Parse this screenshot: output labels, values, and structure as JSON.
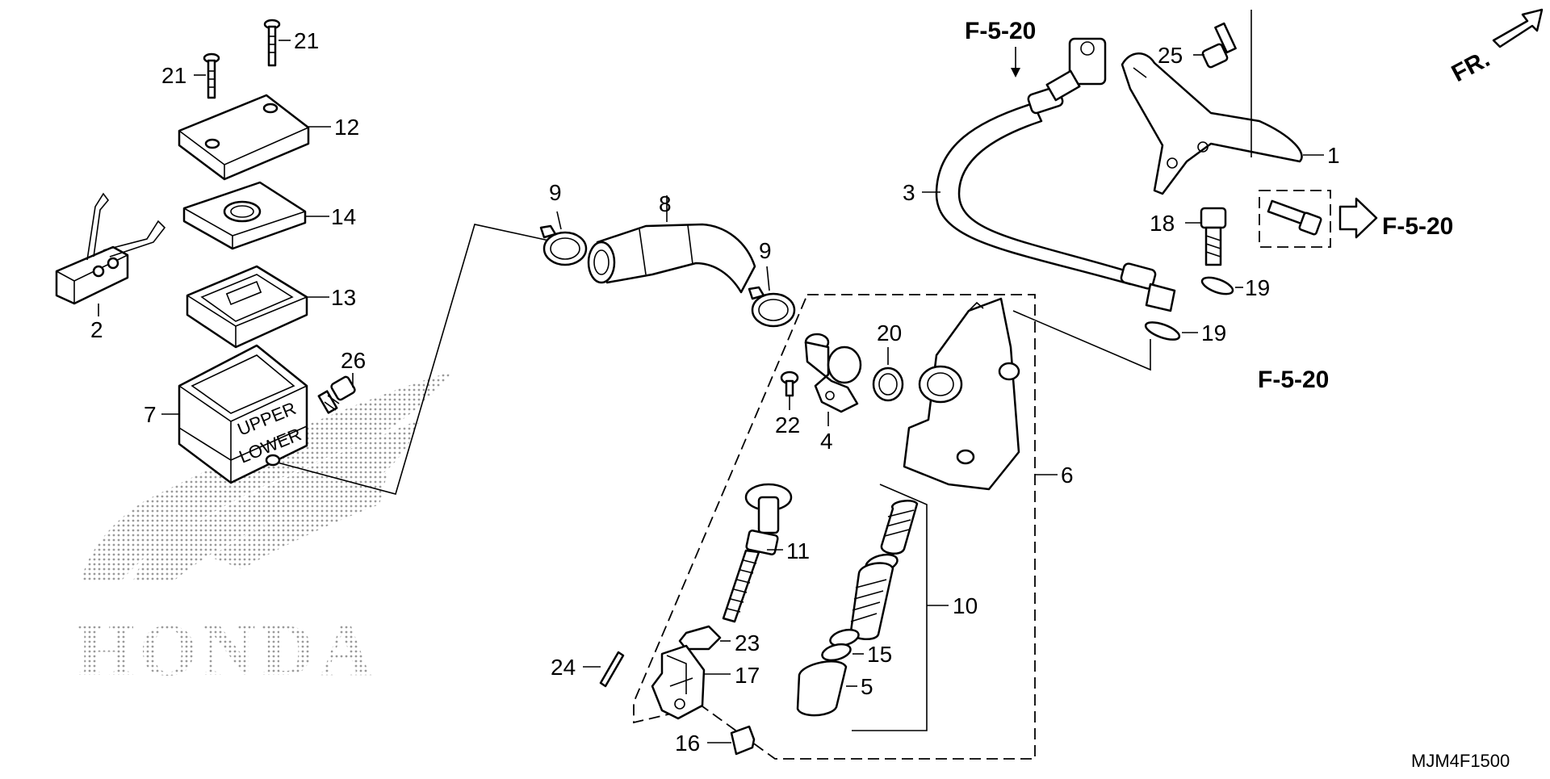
{
  "diagram": {
    "part_labels": [
      {
        "id": "1",
        "text": "1"
      },
      {
        "id": "2",
        "text": "2"
      },
      {
        "id": "3",
        "text": "3"
      },
      {
        "id": "4",
        "text": "4"
      },
      {
        "id": "5",
        "text": "5"
      },
      {
        "id": "6",
        "text": "6"
      },
      {
        "id": "7",
        "text": "7"
      },
      {
        "id": "8",
        "text": "8"
      },
      {
        "id": "9a",
        "text": "9"
      },
      {
        "id": "9b",
        "text": "9"
      },
      {
        "id": "10",
        "text": "10"
      },
      {
        "id": "11",
        "text": "11"
      },
      {
        "id": "12",
        "text": "12"
      },
      {
        "id": "13",
        "text": "13"
      },
      {
        "id": "14",
        "text": "14"
      },
      {
        "id": "15",
        "text": "15"
      },
      {
        "id": "16",
        "text": "16"
      },
      {
        "id": "17",
        "text": "17"
      },
      {
        "id": "18",
        "text": "18"
      },
      {
        "id": "19a",
        "text": "19"
      },
      {
        "id": "19b",
        "text": "19"
      },
      {
        "id": "20",
        "text": "20"
      },
      {
        "id": "21a",
        "text": "21"
      },
      {
        "id": "21b",
        "text": "21"
      },
      {
        "id": "22",
        "text": "22"
      },
      {
        "id": "23",
        "text": "23"
      },
      {
        "id": "24",
        "text": "24"
      },
      {
        "id": "25",
        "text": "25"
      },
      {
        "id": "26",
        "text": "26"
      }
    ],
    "references": [
      "F-5-20",
      "F-5-20",
      "F-5-20"
    ],
    "front_indicator": "FR.",
    "reservoir_markings": {
      "upper": "UPPER",
      "lower": "LOWER"
    },
    "watermark": "HONDA",
    "diagram_code": "MJM4F1500"
  }
}
